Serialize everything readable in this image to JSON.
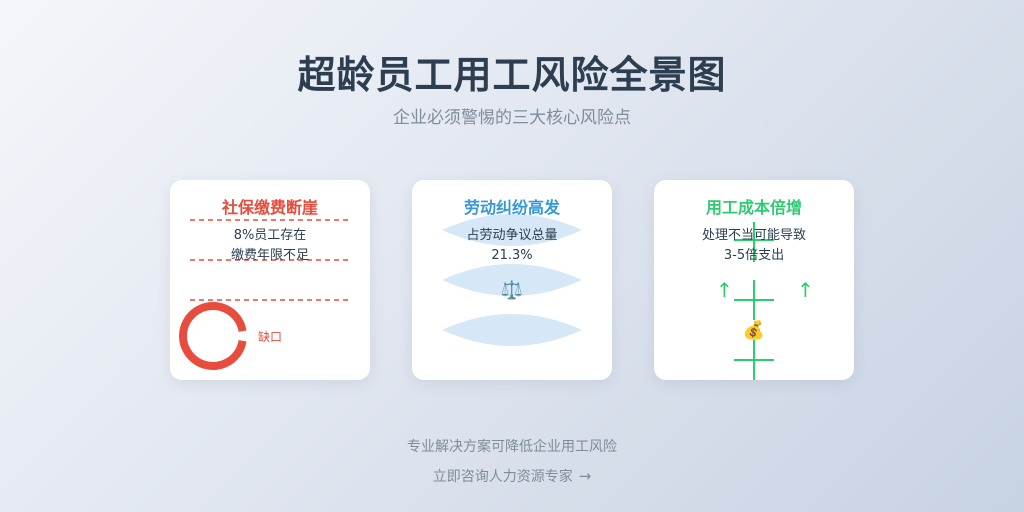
{
  "title": "超龄员工用工风险全景图",
  "subtitle": "企业必须警惕的三大核心风险点",
  "cards": [
    {
      "title": "社保缴费断崖",
      "color": "#e74c3c",
      "lines": [
        "8%员工存在",
        "缴费年限不足"
      ],
      "gauge_label": "缺口",
      "icon": "broken-ring-gauge"
    },
    {
      "title": "劳动纠纷高发",
      "color": "#3498db",
      "lines": [
        "占劳动争议总量",
        "21.3%"
      ],
      "center_glyph": "⚖️",
      "icon": "scale-icon"
    },
    {
      "title": "用工成本倍增",
      "color": "#2ecc71",
      "lines": [
        "处理不当可能导致",
        "3-5倍支出"
      ],
      "center_glyph": "💰",
      "arrow_glyph": "↑",
      "icon": "money-icon"
    }
  ],
  "footer": {
    "line1": "专业解决方案可降低企业用工风险",
    "line2": "立即咨询人力资源专家",
    "arrow": "→"
  }
}
